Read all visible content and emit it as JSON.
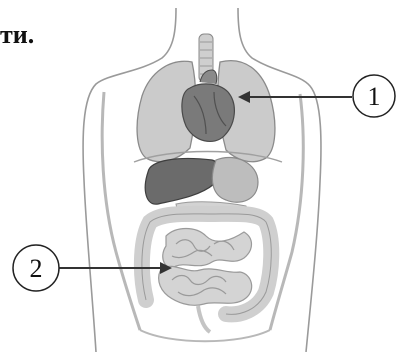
{
  "caption_fragment": "ти.",
  "callouts": [
    {
      "label": "1",
      "target": "heart"
    },
    {
      "label": "2",
      "target": "small-intestine"
    }
  ],
  "colors": {
    "body_outline": "#9a9a9a",
    "organ_fill": "#c8c8c8",
    "organ_dark": "#6e6e6e",
    "intestine_fill": "#cfcfcf",
    "arrow": "#333333"
  }
}
